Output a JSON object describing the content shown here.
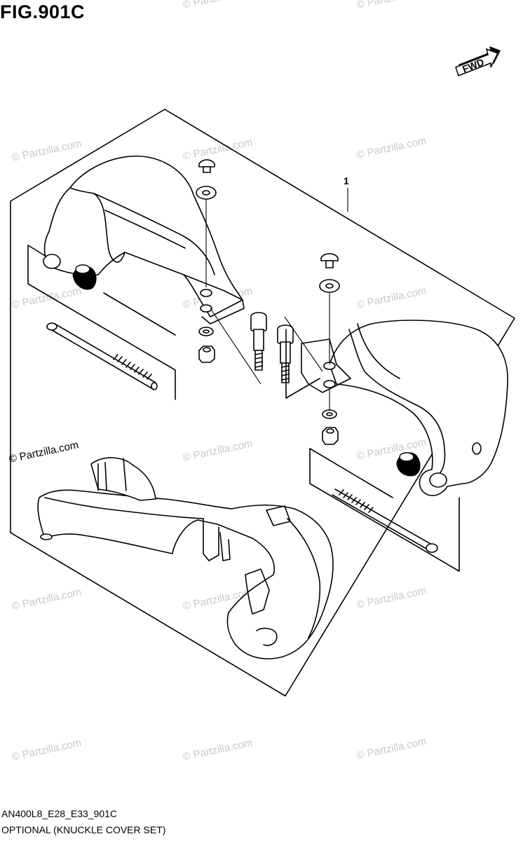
{
  "figure": {
    "title": "FIG.901C"
  },
  "fwd_label": "FWD",
  "callouts": [
    {
      "number": "1"
    }
  ],
  "watermarks": [
    "© Partzilla.com",
    "© Partzilla.com",
    "© Partzilla.com",
    "© Partzilla.com",
    "© Partzilla.com",
    "© Partzilla.com",
    "© Partzilla.com",
    "© Partzilla.com",
    "© Partzilla.com",
    "© Partzilla.com",
    "© Partzilla.com",
    "© Partzilla.com",
    "© Partzilla.com",
    "© Partzilla.com",
    "© Partzilla.com",
    "© Partzilla.com",
    "© Partzilla.com"
  ],
  "footer": {
    "code": "AN400L8_E28_E33_901C",
    "description": "OPTIONAL (KNUCKLE COVER SET)"
  }
}
